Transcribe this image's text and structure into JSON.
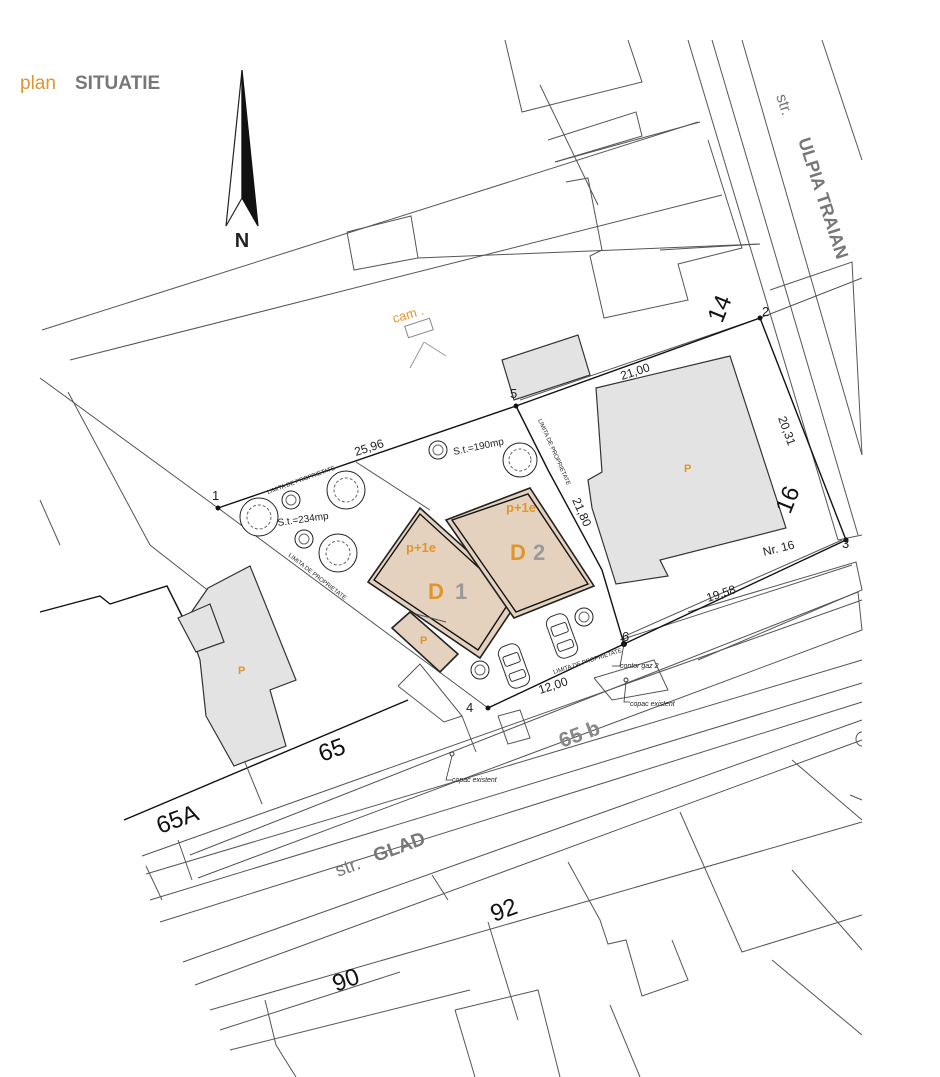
{
  "title": {
    "word1": "plan",
    "word2": "SITUATIE"
  },
  "north_label": "N",
  "camera_label": "cam .",
  "streets": {
    "ulpia_prefix": "str.",
    "ulpia_name": "ULPIA TRAIAN",
    "glad_prefix": "str.",
    "glad_name": "GLAD"
  },
  "lot_numbers": {
    "n14": "14",
    "n16": "16",
    "nr16": "Nr.  16",
    "n65": "65",
    "n65A": "65A",
    "n65b": "65 b",
    "n92": "92",
    "n90": "90"
  },
  "points": {
    "p1": "1",
    "p2": "2",
    "p3": "3",
    "p4": "4",
    "p5": "5",
    "p6": "6"
  },
  "dimensions": {
    "d2596": "25,96",
    "d2100": "21,00",
    "d2031": "20,31",
    "d2180": "21,80",
    "d1958": "19,58",
    "d1200": "12,00"
  },
  "areas": {
    "st190": "S.t.=190mp",
    "st234": "S.t.=234mp"
  },
  "boundary_label": "LIMITA DE PROPRIETATE",
  "buildings": {
    "p_label": "P",
    "d1_letter": "D",
    "d1_number": "1",
    "d2_letter": "D",
    "d2_number": "2",
    "floors": "p+1e"
  },
  "annotations": {
    "gas_meter": "contor gaz 2",
    "tree_existing": "copac existent"
  },
  "colors": {
    "accent_orange": "#e0962a",
    "street_gray": "#777777",
    "building_gray": "#e3e3e3",
    "building_tan": "#e4d2bf"
  }
}
